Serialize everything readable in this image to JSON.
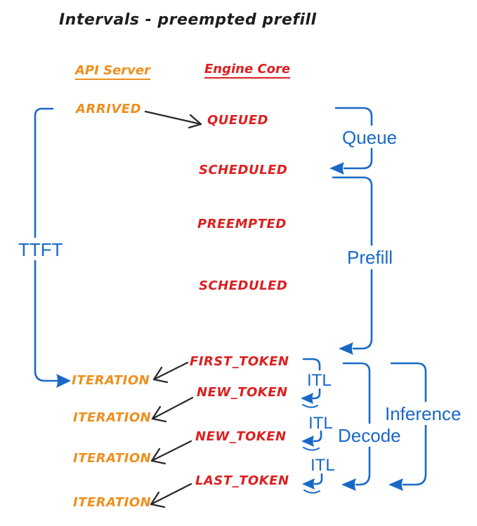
{
  "title": "Intervals - preempted prefill",
  "columns": {
    "api_server": "API Server",
    "engine_core": "Engine Core"
  },
  "api_events": [
    "ARRIVED",
    "ITERATION",
    "ITERATION",
    "ITERATION",
    "ITERATION"
  ],
  "engine_events": [
    "QUEUED",
    "SCHEDULED",
    "PREEMPTED",
    "SCHEDULED",
    "FIRST_TOKEN",
    "NEW_TOKEN",
    "NEW_TOKEN",
    "LAST_TOKEN"
  ],
  "interval_labels": {
    "ttft": "TTFT",
    "queue": "Queue",
    "prefill": "Prefill",
    "itl": "ITL",
    "decode": "Decode",
    "inference": "Inference"
  },
  "colors": {
    "api_server": "#EE8F1E",
    "engine_core": "#DB2020",
    "interval": "#1968C8",
    "connector": "#2B2B2B"
  }
}
